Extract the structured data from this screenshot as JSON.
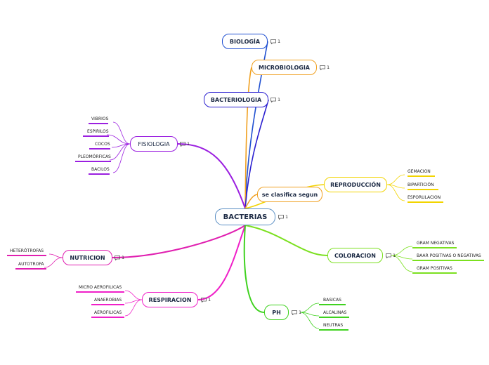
{
  "center": "BACTERIAS",
  "branches": {
    "biologia": "BIOLOGÍA",
    "microbiologia": "MICROBIOLOGIA",
    "bacteriologia": "BACTERIOLOGIA",
    "fisiologia": "FISIOLOGIA",
    "reproduccion": "REPRODUCCIÓN",
    "clasifica": "se clasifica segun",
    "nutricion": "NUTRICION",
    "coloracion": "COLORACION",
    "respiracion": "RESPIRACION",
    "ph": "PH"
  },
  "leaves": {
    "fisiologia": [
      "VIBRIOS",
      "ESPIRILOS",
      "COCOS",
      "PLEOMÓRFICAS",
      "BACILOS"
    ],
    "reproduccion": [
      "GEMACION",
      "BIPARTICIÓN",
      "ESPORULACION"
    ],
    "nutricion": [
      "HETERÓTROFAS",
      "AUTOTROFA"
    ],
    "coloracion": [
      "GRAM NEGATIVAS",
      "BAAR POSITIVAS O NEGATIVAS",
      "GRAM POSITIVAS"
    ],
    "respiracion": [
      "MICRO AEROFILICAS",
      "ANAEROBIAS",
      "AEROFILICAS"
    ],
    "ph": [
      "BASICAS",
      "ALCALINAS",
      "NEUTRAS"
    ]
  },
  "comment_count": "1",
  "comment_icon": "comment-icon",
  "colors": {
    "center": "#5a8fc4",
    "biologia": "#1f4fd1",
    "microbiologia": "#f0a020",
    "bacteriologia": "#2a1fd0",
    "fisiologia": "#9b1fe0",
    "reproduccion": "#f2d400",
    "clasifica": "#f0a020",
    "nutricion": "#e01fb0",
    "coloracion": "#7be01f",
    "respiracion": "#f01fc8",
    "ph": "#3fd21f"
  }
}
